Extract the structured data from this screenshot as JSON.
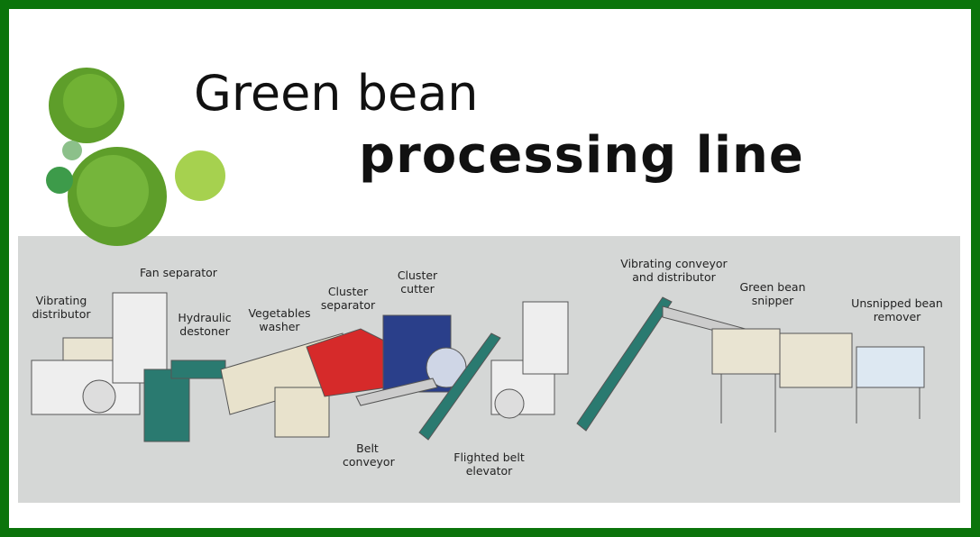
{
  "title": {
    "line1": "Green  bean",
    "line2": "processing  line"
  },
  "colors": {
    "frame": "#0b740b",
    "panel": "#d5d7d6",
    "accent_green": "#1f7a6a",
    "red": "#d62a2a",
    "blue": "#2a3f8a"
  },
  "labels": {
    "vibrating_distributor": "Vibrating distributor",
    "fan_separator": "Fan separator",
    "hydraulic_destoner": "Hydraulic destoner",
    "vegetables_washer": "Vegetables washer",
    "cluster_separator": "Cluster separator",
    "cluster_cutter": "Cluster cutter",
    "belt_conveyor": "Belt conveyor",
    "flighted_belt_elevator": "Flighted belt elevator",
    "vibrating_conveyor": "Vibrating conveyor and distributor",
    "green_bean_snipper": "Green bean snipper",
    "unsnipped_bean_remover": "Unsnipped bean remover"
  }
}
